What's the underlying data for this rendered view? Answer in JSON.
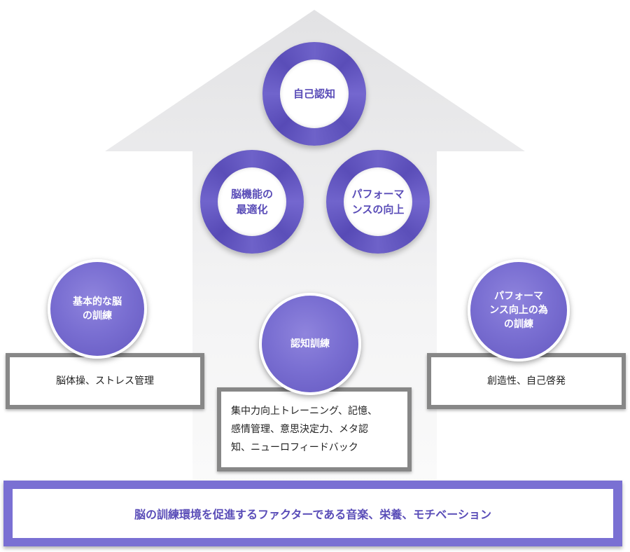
{
  "diagram": {
    "top_circles": {
      "self_awareness": "自己認知",
      "brain_optimization": [
        "脳機能の",
        "最適化"
      ],
      "performance_improvement": [
        "パフォーマ",
        "ンスの向上"
      ]
    },
    "pillars": {
      "basic_training": {
        "circle": [
          "基本的な脳",
          "の訓練"
        ],
        "box": "脳体操、ストレス管理"
      },
      "cognitive_training": {
        "circle": "認知訓練",
        "box": [
          "集中力向上トレーニング、記憶、",
          "感情管理、意思決定力、メタ認",
          "知、ニューロフィードバック"
        ]
      },
      "performance_training": {
        "circle": [
          "パフォーマ",
          "ンス向上の為",
          "の訓練"
        ],
        "box": "創造性、自己啓発"
      }
    },
    "foundation": "脳の訓練環境を促進するファクターである音楽、栄養、モチベーション",
    "colors": {
      "primary": "#5a4db8",
      "circle_fill": "#7a6fd2",
      "arrow": "#ececec",
      "box_border": "#878787"
    }
  }
}
